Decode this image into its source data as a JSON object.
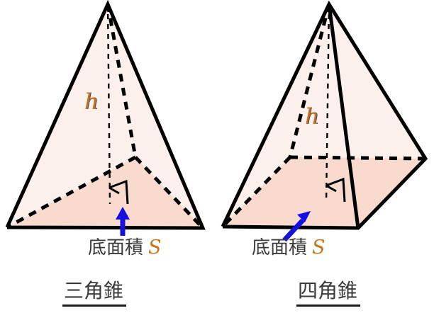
{
  "figures": [
    {
      "id": "triangular-pyramid",
      "name_label": "三角錐",
      "height_label": "h",
      "base_area_label": "底面積",
      "base_area_symbol": "S",
      "right_angle_marker": "right-angle",
      "arrow_direction": "up"
    },
    {
      "id": "square-pyramid",
      "name_label": "四角錐",
      "height_label": "h",
      "base_area_label": "底面積",
      "base_area_symbol": "S",
      "right_angle_marker": "right-angle",
      "arrow_direction": "up-right"
    }
  ],
  "colors": {
    "face_light": "#fbf0ec",
    "face_base": "#f8dace",
    "outline": "#000000",
    "arrow": "#1510e0",
    "variable_text": "#c8731a",
    "cjk_text": "#3a3a3a",
    "underline": "#1a1a1a"
  }
}
